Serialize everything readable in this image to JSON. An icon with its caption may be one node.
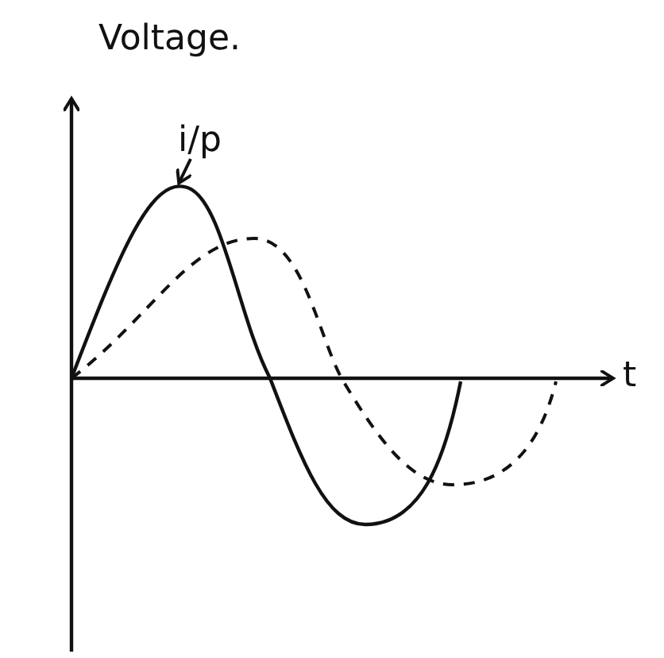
{
  "diagram": {
    "nodes": [
      {
        "text": [
          "i/p"
        ]
      },
      {
        "text": [],
        "shape": "curve"
      }
    ],
    "edges": [
      {
        "from": 0,
        "to": 1,
        "arrow": "to"
      }
    ],
    "labels": [
      "Voltage.",
      "t"
    ]
  }
}
